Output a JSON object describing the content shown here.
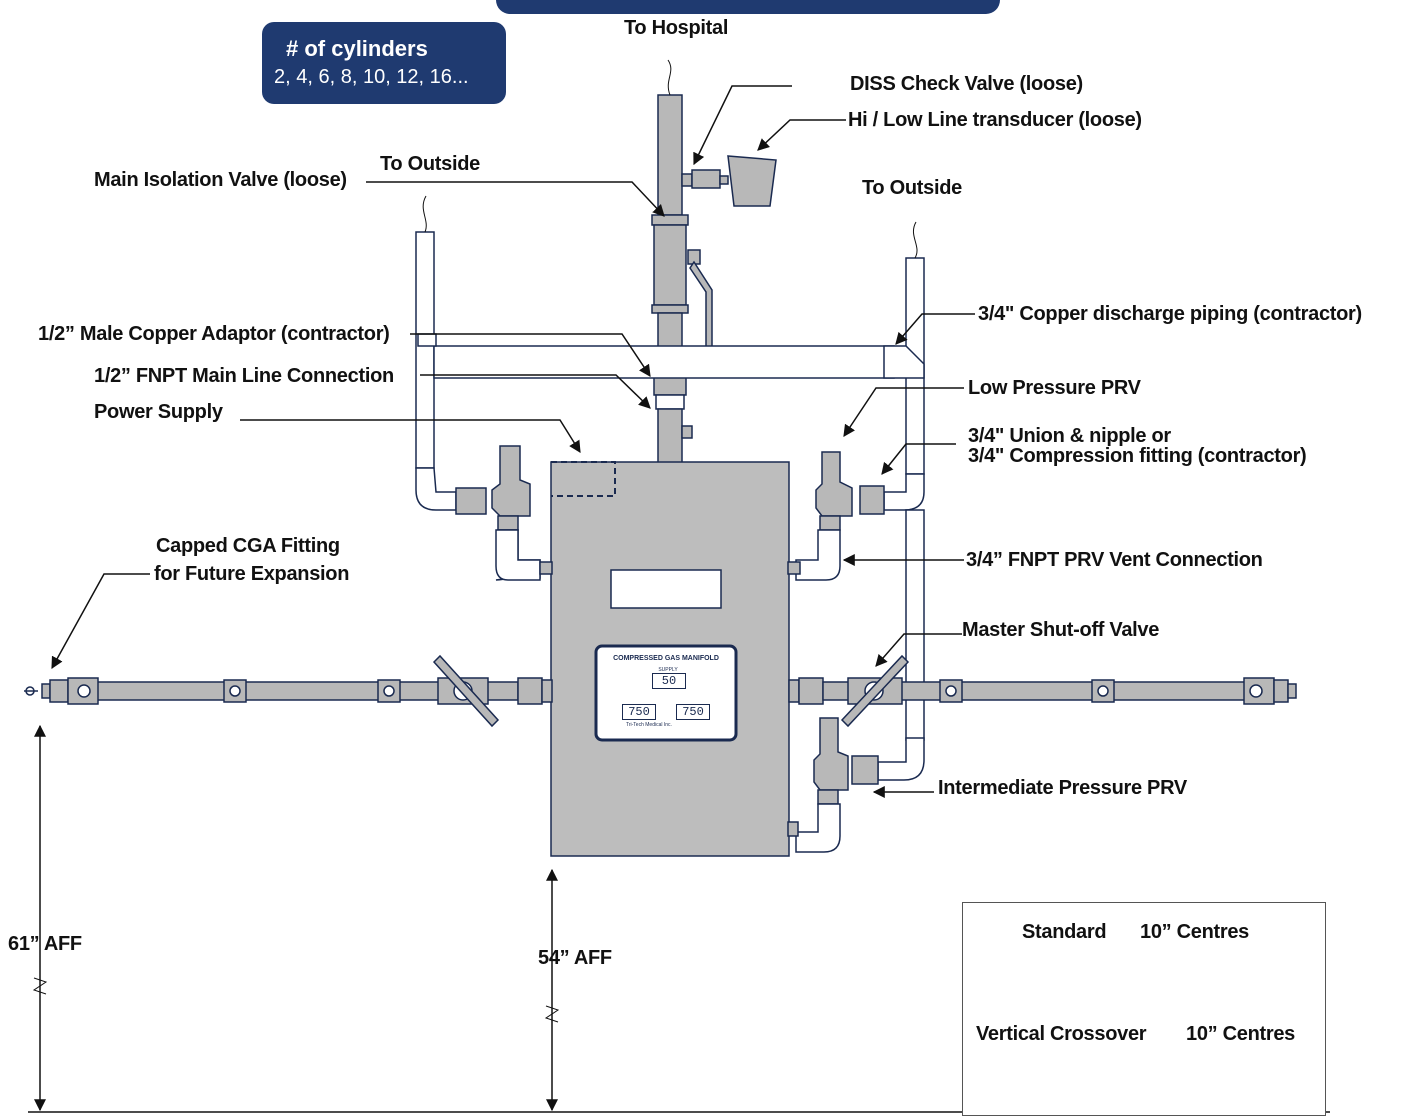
{
  "callout": {
    "title": "# of cylinders",
    "counts": "2, 4, 6, 8, 10, 12, 16..."
  },
  "labels": {
    "to_hospital": "To Hospital",
    "diss_check_valve": "DISS Check Valve (loose)",
    "hi_low_transducer": "Hi / Low Line transducer (loose)",
    "main_isolation_valve": "Main Isolation Valve (loose)",
    "to_outside_left": "To Outside",
    "to_outside_right": "To Outside",
    "copper_discharge": "3/4\" Copper discharge piping (contractor)",
    "male_copper_adaptor": "1/2” Male Copper Adaptor (contractor)",
    "fnpt_main_line": "1/2” FNPT Main Line Connection",
    "power_supply": "Power Supply",
    "low_pressure_prv": "Low Pressure PRV",
    "union_nipple_1": "3/4\" Union & nipple or",
    "union_nipple_2": "3/4\" Compression fitting (contractor)",
    "capped_cga_1": "Capped CGA Fitting",
    "capped_cga_2": "for Future Expansion",
    "fnpt_prv_vent": "3/4” FNPT PRV Vent Connection",
    "master_shutoff": "Master Shut-off Valve",
    "intermediate_prv": "Intermediate Pressure PRV",
    "aff_61": "61” AFF",
    "aff_54": "54” AFF"
  },
  "panel": {
    "title": "COMPRESSED GAS MANIFOLD",
    "supply_label": "SUPPLY",
    "supply_value": "50",
    "left_value": "750",
    "right_value": "750",
    "brand": "Tri-Tech Medical Inc."
  },
  "legend": {
    "standard": "Standard",
    "standard_centres": "10” Centres",
    "vertical": "Vertical Crossover",
    "vertical_centres": "10” Centres"
  },
  "colors": {
    "callout_bg": "#1f3a70",
    "pipe_fill": "#b8b8b8",
    "outline": "#1a2a50",
    "manifold_fill": "#bdbdbd"
  }
}
